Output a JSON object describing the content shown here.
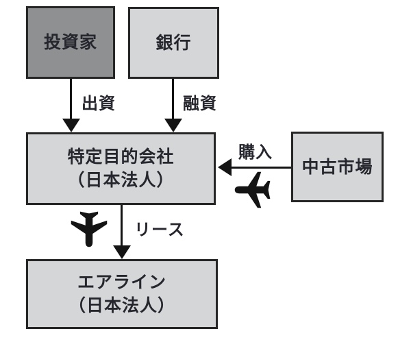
{
  "diagram": {
    "nodes": {
      "investor": {
        "label": "投資家"
      },
      "bank": {
        "label": "銀行"
      },
      "spc": {
        "label_line1": "特定目的会社",
        "label_line2": "（日本法人）"
      },
      "used_market": {
        "label": "中古市場"
      },
      "airline": {
        "label_line1": "エアライン",
        "label_line2": "（日本法人）"
      }
    },
    "edges": {
      "investment": {
        "label": "出資",
        "from": "investor",
        "to": "spc",
        "direction": "down"
      },
      "loan": {
        "label": "融資",
        "from": "bank",
        "to": "spc",
        "direction": "down"
      },
      "purchase": {
        "label": "購入",
        "from": "used_market",
        "to": "spc",
        "direction": "left"
      },
      "lease": {
        "label": "リース",
        "from": "spc",
        "to": "airline",
        "direction": "down"
      }
    },
    "icons": {
      "purchase_plane": "airplane-icon-pointing-left",
      "lease_plane": "airplane-icon-pointing-down"
    },
    "colors": {
      "investor_fill": "#8e9092",
      "box_fill": "#d5d6d8",
      "box_border": "#262626",
      "text": "#26262e",
      "arrow": "#141414",
      "background": "#ffffff"
    }
  }
}
